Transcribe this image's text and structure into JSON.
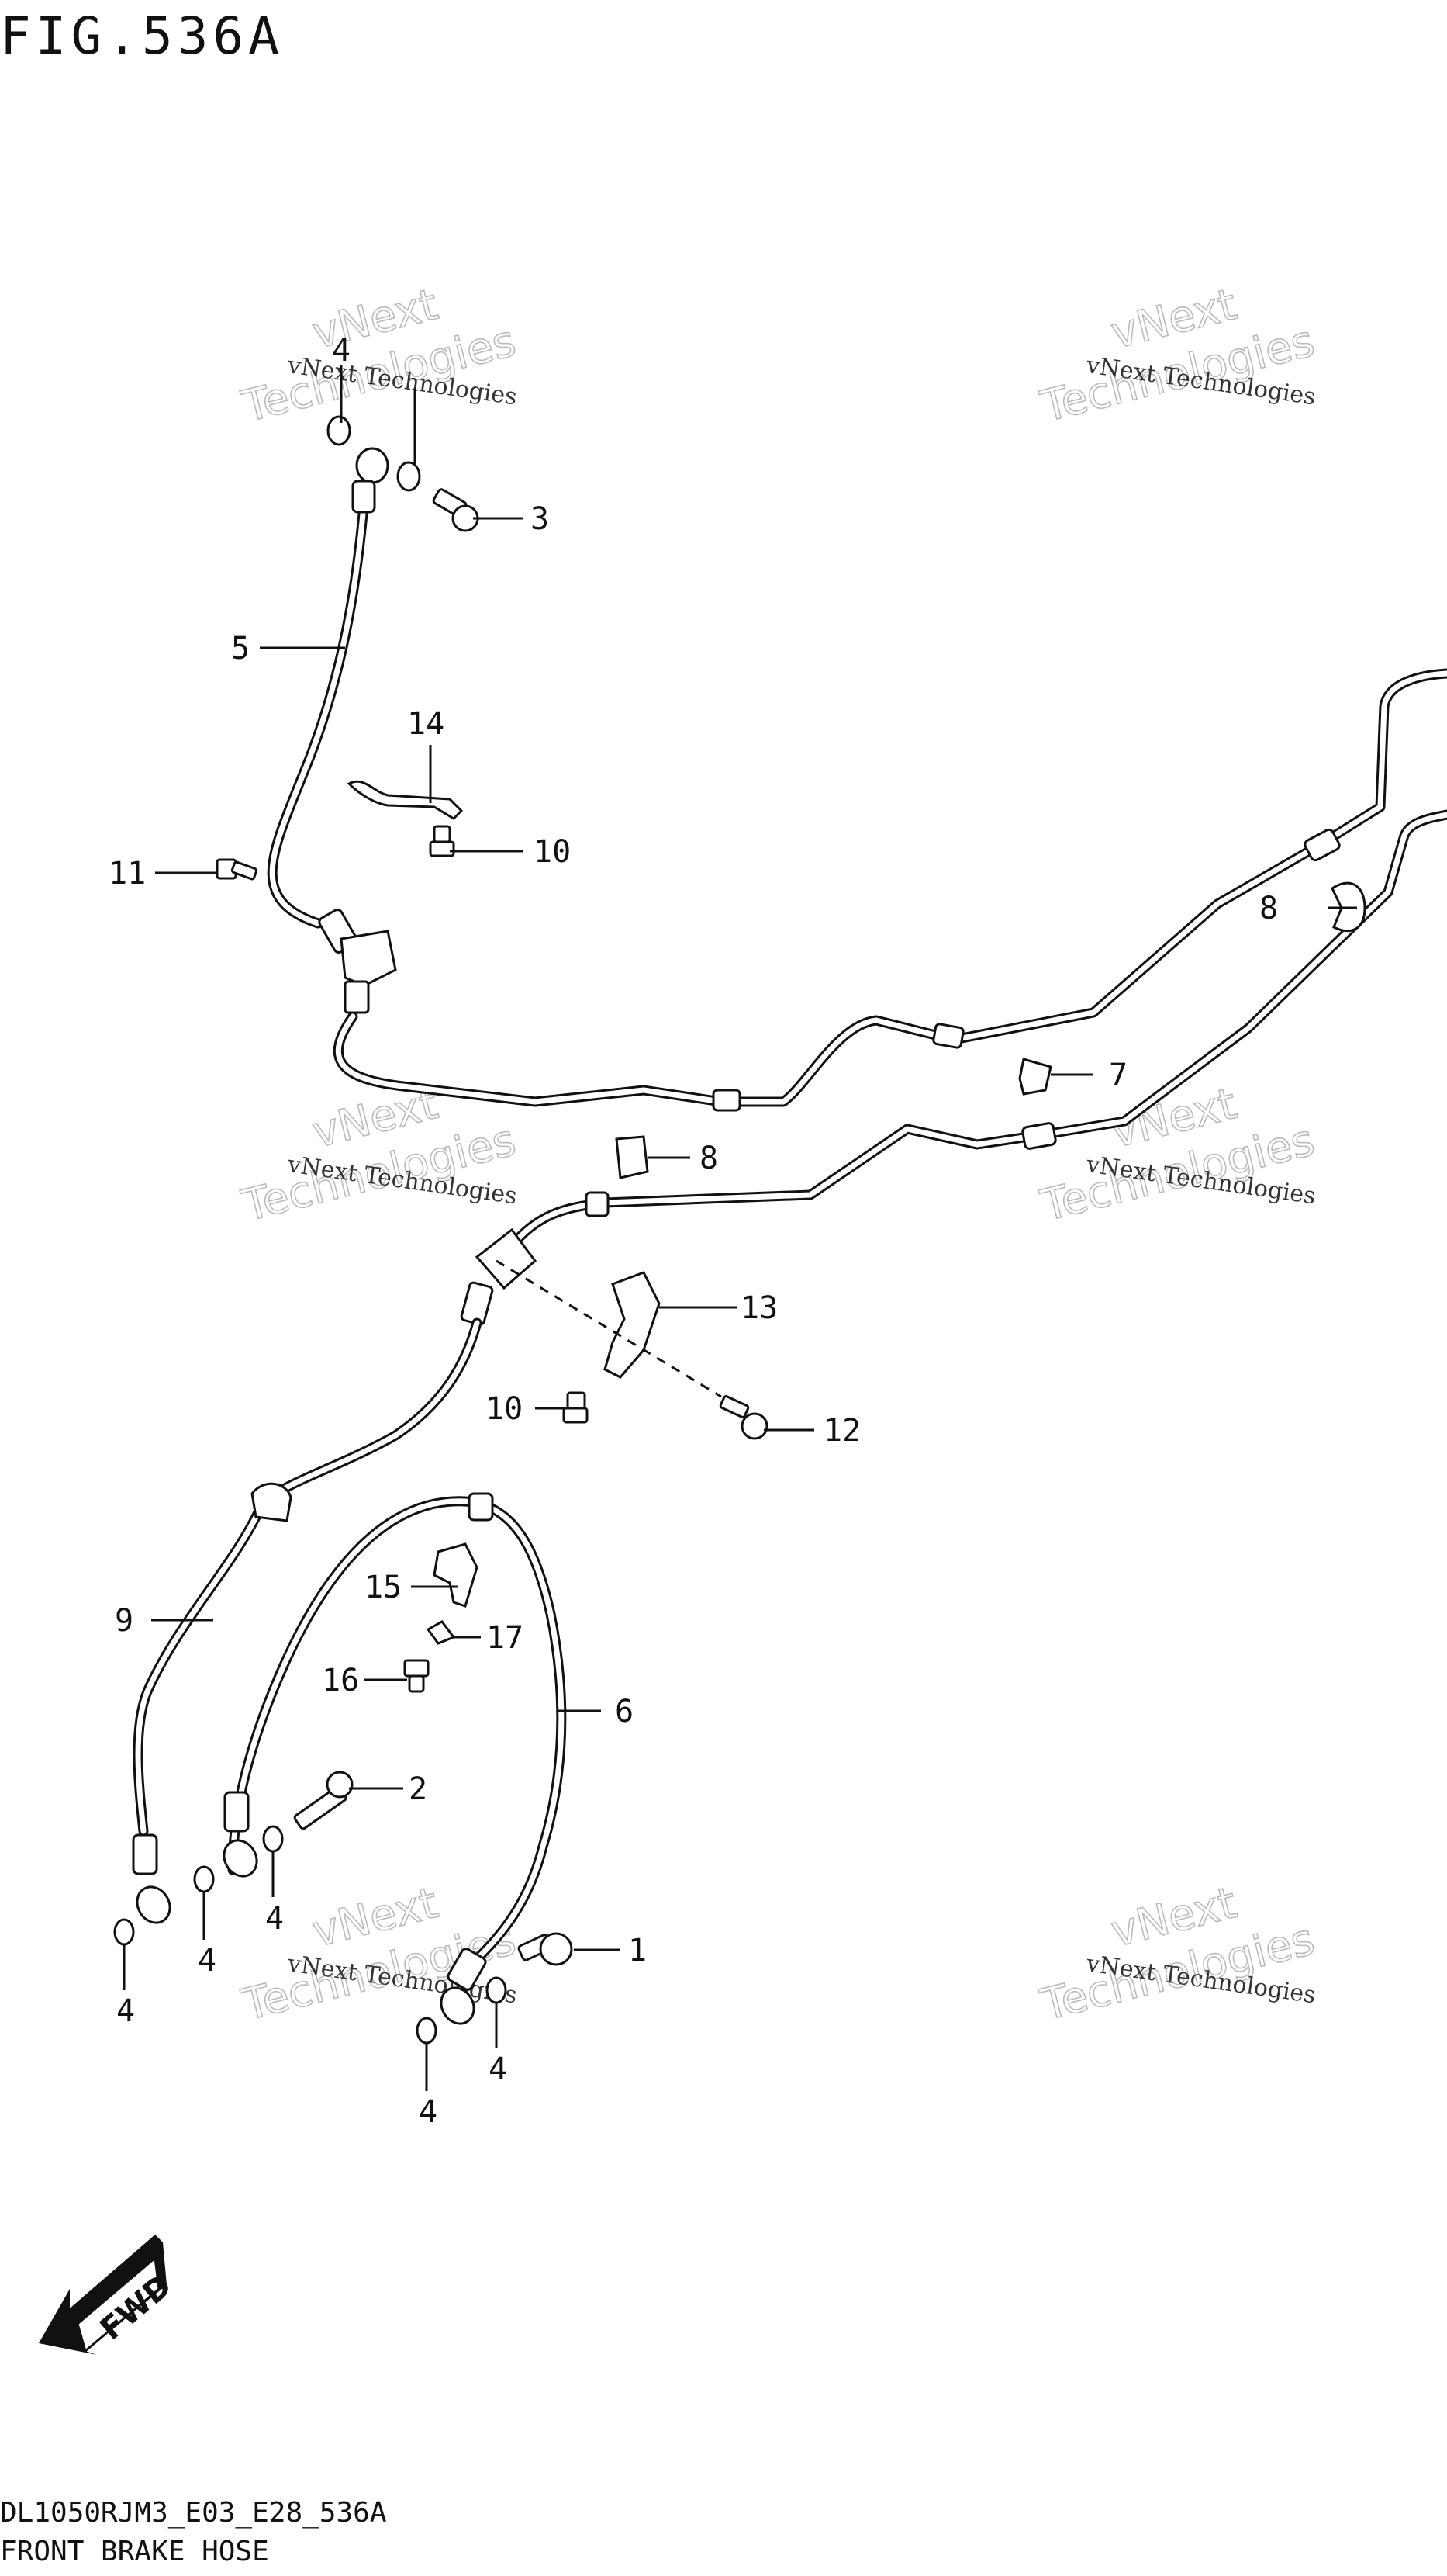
{
  "header": {
    "title": "FIG.536A"
  },
  "footer": {
    "code": "DL1050RJM3_E03_E28_536A",
    "name": "FRONT BRAKE HOSE"
  },
  "watermark": {
    "line1": "vNext Technologies",
    "line2": "vNext",
    "line3": "Technologies"
  },
  "callouts": {
    "c1": "1",
    "c2": "2",
    "c3": "3",
    "c4a": "4",
    "c4b": "4",
    "c4c": "4",
    "c4d": "4",
    "c4e": "4",
    "c4f": "4",
    "c5": "5",
    "c6": "6",
    "c7": "7",
    "c8a": "8",
    "c8b": "8",
    "c9": "9",
    "c10a": "10",
    "c10b": "10",
    "c11": "11",
    "c12": "12",
    "c13": "13",
    "c14": "14",
    "c15": "15",
    "c16": "16",
    "c17": "17"
  },
  "fwd_badge": "FWD",
  "colors": {
    "line": "#111111",
    "background": "#ffffff",
    "watermark": "#bbbbbb"
  },
  "icons": {
    "direction": "fwd-arrow-icon"
  }
}
